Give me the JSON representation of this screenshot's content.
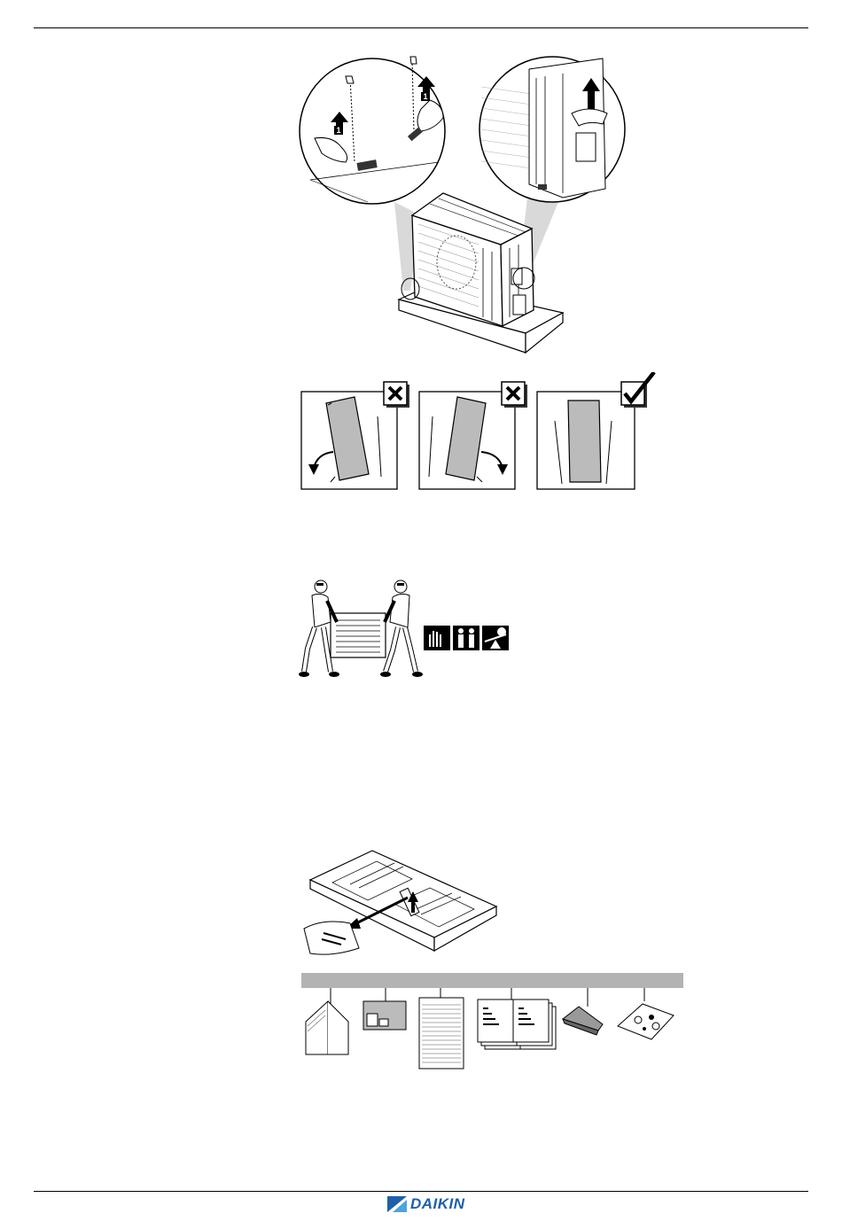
{
  "step_markers": {
    "lift_step_left": "1",
    "lift_step_right": "1"
  },
  "brand": {
    "name": "DAIKIN",
    "color": "#1f5fa8"
  },
  "icons": {
    "wrong_tilt_left": "cross-mark-icon",
    "wrong_tilt_right": "cross-mark-icon",
    "correct_upright": "check-mark-icon",
    "handling_gloves": "gloves-icon",
    "handling_two_persons": "two-persons-icon",
    "handling_weight": "heavy-weight-icon"
  }
}
